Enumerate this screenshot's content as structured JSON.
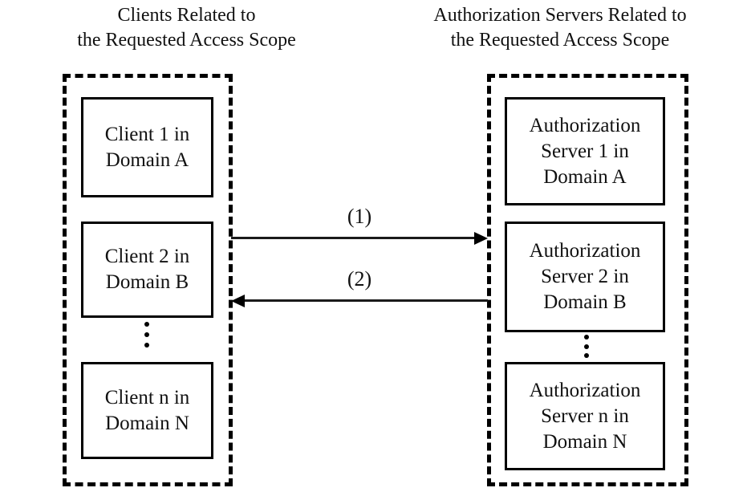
{
  "diagram": {
    "columns": [
      {
        "id": "clients",
        "title": "Clients Related to\nthe Requested Access Scope",
        "entities": [
          {
            "label": "Client 1 in\nDomain A"
          },
          {
            "label": "Client 2 in\nDomain B"
          },
          {
            "label": "Client n in\nDomain N"
          }
        ],
        "ellipsis": "⋮"
      },
      {
        "id": "authorization-servers",
        "title": "Authorization Servers Related to\nthe Requested Access Scope",
        "entities": [
          {
            "label": "Authorization\nServer 1 in\nDomain A"
          },
          {
            "label": "Authorization\nServer 2 in\nDomain B"
          },
          {
            "label": "Authorization\nServer n in\nDomain N"
          }
        ],
        "ellipsis": "⋮"
      }
    ],
    "arrows": [
      {
        "id": "arrow-request",
        "label": "(1)",
        "direction": "right",
        "from": "clients",
        "to": "authorization-servers"
      },
      {
        "id": "arrow-response",
        "label": "(2)",
        "direction": "left",
        "from": "authorization-servers",
        "to": "clients"
      }
    ],
    "colors": {
      "stroke": "#000000",
      "text": "#111111",
      "background": "#ffffff"
    }
  }
}
